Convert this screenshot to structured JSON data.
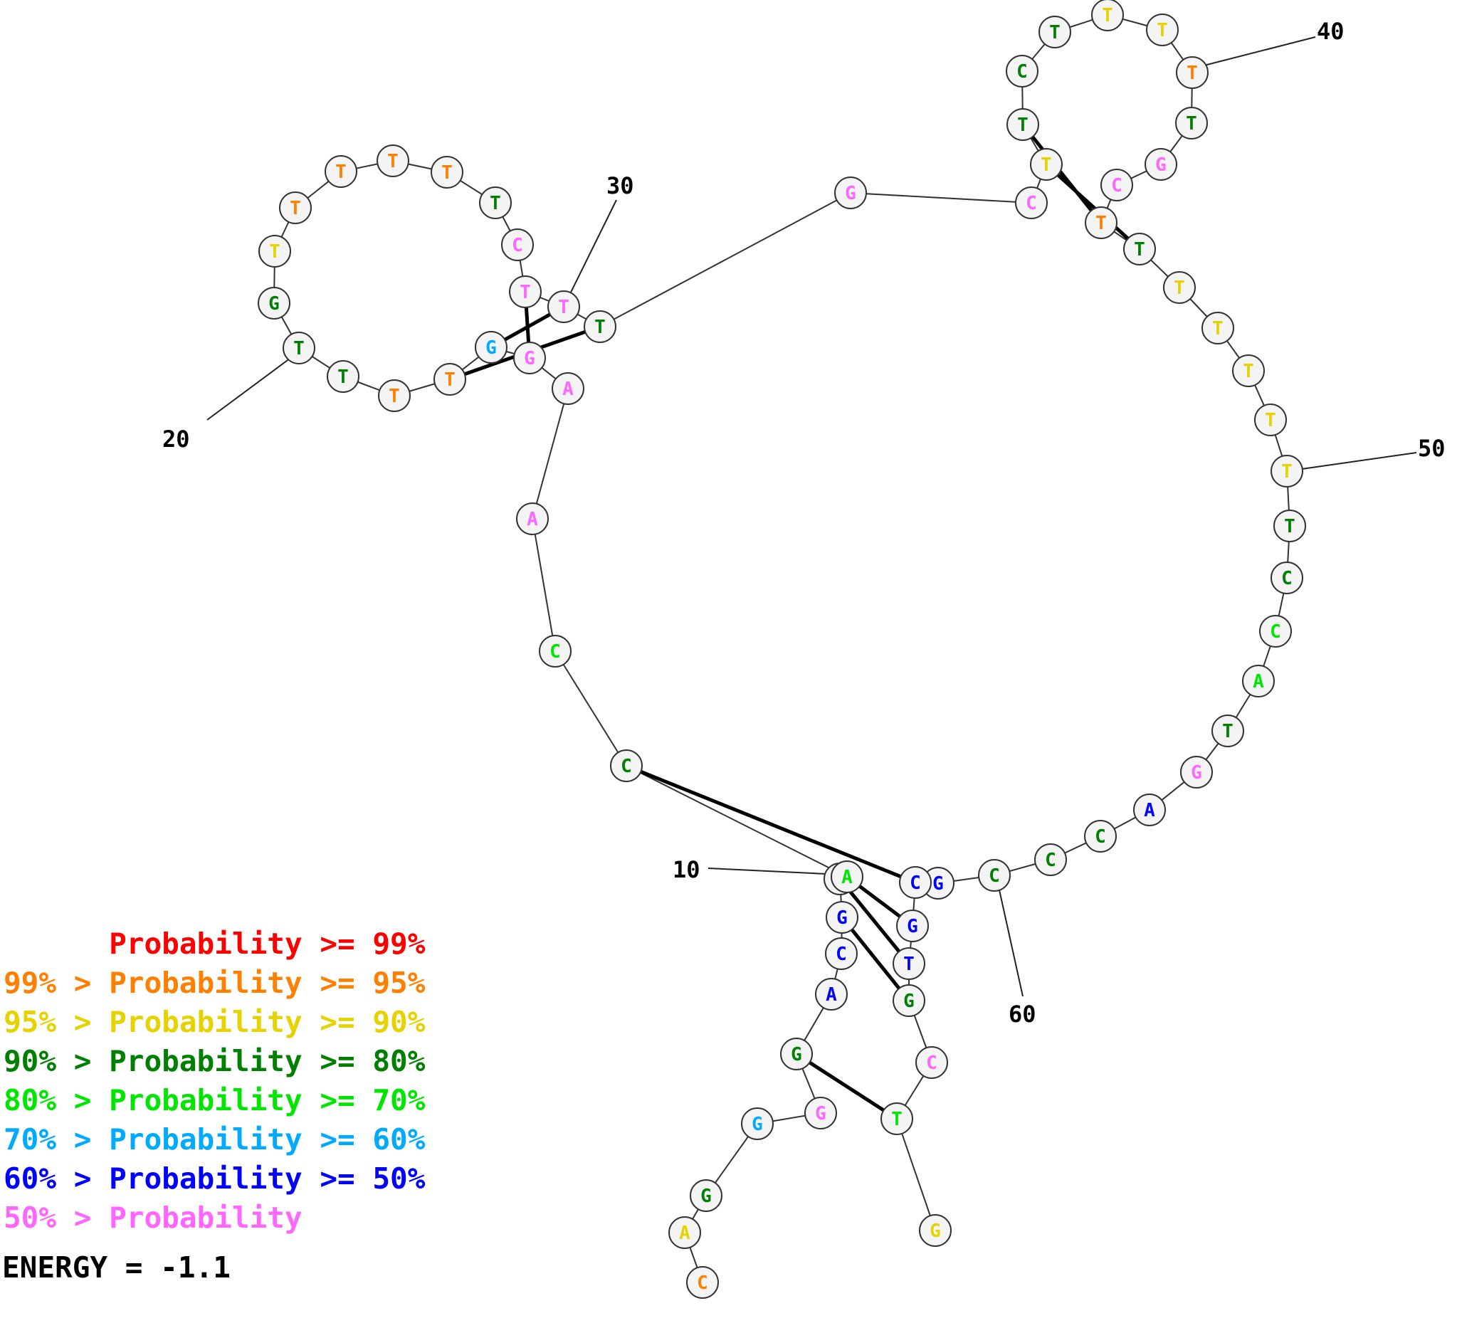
{
  "colors": {
    "c99": "#ff0000",
    "c95": "#ff8000",
    "c90": "#e6d200",
    "c80": "#008000",
    "c70": "#00e600",
    "c60": "#00aaff",
    "c50": "#0000ff",
    "clow": "#ff66ff"
  },
  "nucleotides": [
    {
      "base": "C",
      "color": "c95"
    },
    {
      "base": "A",
      "color": "c90"
    },
    {
      "base": "G",
      "color": "c80"
    },
    {
      "base": "G",
      "color": "c60"
    },
    {
      "base": "G",
      "color": "clow"
    },
    {
      "base": "G",
      "color": "c80"
    },
    {
      "base": "A",
      "color": "c50"
    },
    {
      "base": "C",
      "color": "c50"
    },
    {
      "base": "G",
      "color": "c50"
    },
    {
      "base": "C",
      "color": "c50"
    },
    {
      "base": "A",
      "color": "c70"
    },
    {
      "base": "C",
      "color": "c80"
    },
    {
      "base": "C",
      "color": "c70"
    },
    {
      "base": "A",
      "color": "clow"
    },
    {
      "base": "A",
      "color": "clow"
    },
    {
      "base": "G",
      "color": "clow"
    },
    {
      "base": "G",
      "color": "c60"
    },
    {
      "base": "T",
      "color": "c95"
    },
    {
      "base": "T",
      "color": "c95"
    },
    {
      "base": "T",
      "color": "c80"
    },
    {
      "base": "T",
      "color": "c80"
    },
    {
      "base": "G",
      "color": "c80"
    },
    {
      "base": "T",
      "color": "c90"
    },
    {
      "base": "T",
      "color": "c95"
    },
    {
      "base": "T",
      "color": "c95"
    },
    {
      "base": "T",
      "color": "c95"
    },
    {
      "base": "T",
      "color": "c95"
    },
    {
      "base": "T",
      "color": "c80"
    },
    {
      "base": "C",
      "color": "clow"
    },
    {
      "base": "T",
      "color": "clow"
    },
    {
      "base": "T",
      "color": "clow"
    },
    {
      "base": "T",
      "color": "c80"
    },
    {
      "base": "G",
      "color": "clow"
    },
    {
      "base": "C",
      "color": "clow"
    },
    {
      "base": "T",
      "color": "c90"
    },
    {
      "base": "T",
      "color": "c80"
    },
    {
      "base": "C",
      "color": "c80"
    },
    {
      "base": "T",
      "color": "c80"
    },
    {
      "base": "T",
      "color": "c90"
    },
    {
      "base": "T",
      "color": "c90"
    },
    {
      "base": "T",
      "color": "c95"
    },
    {
      "base": "T",
      "color": "c80"
    },
    {
      "base": "G",
      "color": "clow"
    },
    {
      "base": "C",
      "color": "clow"
    },
    {
      "base": "T",
      "color": "c95"
    },
    {
      "base": "T",
      "color": "c80"
    },
    {
      "base": "T",
      "color": "c90"
    },
    {
      "base": "T",
      "color": "c90"
    },
    {
      "base": "T",
      "color": "c90"
    },
    {
      "base": "T",
      "color": "c90"
    },
    {
      "base": "T",
      "color": "c90"
    },
    {
      "base": "T",
      "color": "c80"
    },
    {
      "base": "C",
      "color": "c80"
    },
    {
      "base": "C",
      "color": "c70"
    },
    {
      "base": "A",
      "color": "c70"
    },
    {
      "base": "T",
      "color": "c80"
    },
    {
      "base": "G",
      "color": "clow"
    },
    {
      "base": "A",
      "color": "c50"
    },
    {
      "base": "C",
      "color": "c80"
    },
    {
      "base": "C",
      "color": "c80"
    },
    {
      "base": "C",
      "color": "c80"
    },
    {
      "base": "G",
      "color": "c50"
    },
    {
      "base": "C",
      "color": "c50"
    },
    {
      "base": "G",
      "color": "c50"
    },
    {
      "base": "T",
      "color": "c50"
    },
    {
      "base": "G",
      "color": "c80"
    },
    {
      "base": "C",
      "color": "clow"
    },
    {
      "base": "T",
      "color": "c70"
    },
    {
      "base": "G",
      "color": "c90"
    }
  ],
  "base_pairs": [
    [
      5,
      67
    ],
    [
      8,
      65
    ],
    [
      9,
      64
    ],
    [
      10,
      63
    ],
    [
      11,
      62
    ],
    [
      29,
      15
    ],
    [
      30,
      16
    ],
    [
      31,
      17
    ],
    [
      34,
      45
    ],
    [
      35,
      44
    ]
  ],
  "position_labels": {
    "n10": "10",
    "n20": "20",
    "n30": "30",
    "n40": "40",
    "n50": "50",
    "n60": "60"
  },
  "legend": [
    {
      "text": "      Probability >= 99%",
      "color": "c99"
    },
    {
      "text": "99% > Probability >= 95%",
      "color": "c95"
    },
    {
      "text": "95% > Probability >= 90%",
      "color": "c90"
    },
    {
      "text": "90% > Probability >= 80%",
      "color": "c80"
    },
    {
      "text": "80% > Probability >= 70%",
      "color": "c70"
    },
    {
      "text": "70% > Probability >= 60%",
      "color": "c60"
    },
    {
      "text": "60% > Probability >= 50%",
      "color": "c50"
    },
    {
      "text": "50% > Probability",
      "color": "clow"
    }
  ],
  "energy": "ENERGY = -1.1"
}
